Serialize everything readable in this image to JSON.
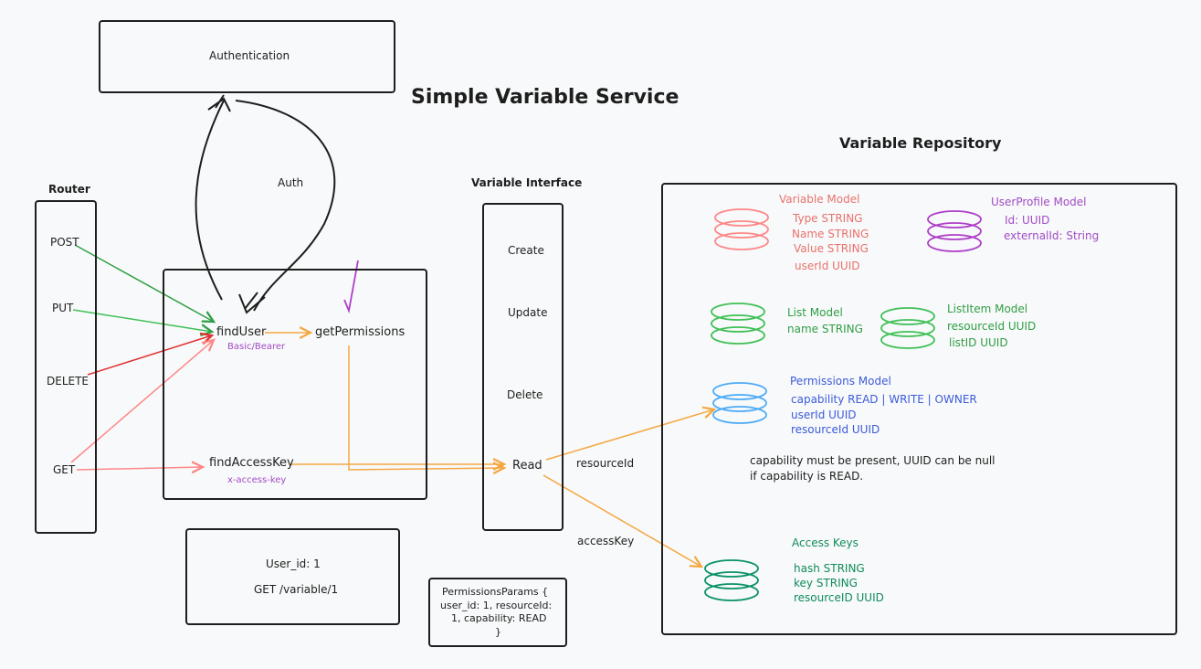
{
  "title": "Simple Variable Service",
  "authentication": {
    "label": "Authentication",
    "auth_label": "Auth"
  },
  "router": {
    "title": "Router",
    "methods": [
      "POST",
      "PUT",
      "DELETE",
      "GET"
    ]
  },
  "middleware": {
    "find_user": "findUser",
    "find_user_note": "Basic/Bearer",
    "get_permissions": "getPermissions",
    "find_access_key": "findAccessKey",
    "find_access_key_note": "x-access-key"
  },
  "example": {
    "user_id": "User_id: 1",
    "request": "GET /variable/1"
  },
  "permissions_params": {
    "lines": [
      "PermissionsParams {",
      "user_id: 1, resourceId:",
      "1, capability: READ",
      "}"
    ]
  },
  "interface": {
    "title": "Variable Interface",
    "ops": [
      "Create",
      "Update",
      "Delete",
      "Read"
    ],
    "resource_id_label": "resourceId",
    "access_key_label": "accessKey"
  },
  "repository": {
    "title": "Variable Repository",
    "variable_model": {
      "title": "Variable Model",
      "fields": [
        "Type STRING",
        "Name STRING",
        "Value STRING",
        "userId UUID"
      ],
      "color": "#e8726c"
    },
    "user_profile_model": {
      "title": "UserProfile Model",
      "fields": [
        "Id: UUID",
        "externalId: String"
      ],
      "color": "#a24bc6"
    },
    "list_model": {
      "title": "List Model",
      "fields": [
        "name STRING"
      ],
      "color": "#2f9e44"
    },
    "list_item_model": {
      "title": "ListItem Model",
      "fields": [
        "resourceId UUID",
        "listID UUID"
      ],
      "color": "#2f9e44"
    },
    "permissions_model": {
      "title": "Permissions Model",
      "fields": [
        "capability READ | WRITE | OWNER",
        "userId UUID",
        "resourceId UUID"
      ],
      "color": "#3b5bdb",
      "note_lines": [
        "capability must be present, UUID can be null",
        "if capability is READ."
      ]
    },
    "access_keys": {
      "title": "Access Keys",
      "fields": [
        "hash STRING",
        "key STRING",
        "resourceID UUID"
      ],
      "color": "#0f8b5b"
    }
  },
  "colors": {
    "stroke": "#1e1e1e",
    "arrow_green": "#2f9e44",
    "arrow_red": "#e03131",
    "arrow_salmon": "#ff8787",
    "arrow_orange": "#f5a742",
    "db_salmon": "#ff8787",
    "db_purple": "#ae3ec9",
    "db_green": "#40c057",
    "db_blue": "#4dabf7",
    "db_teal": "#099268"
  },
  "icons": [
    "database-icon"
  ]
}
